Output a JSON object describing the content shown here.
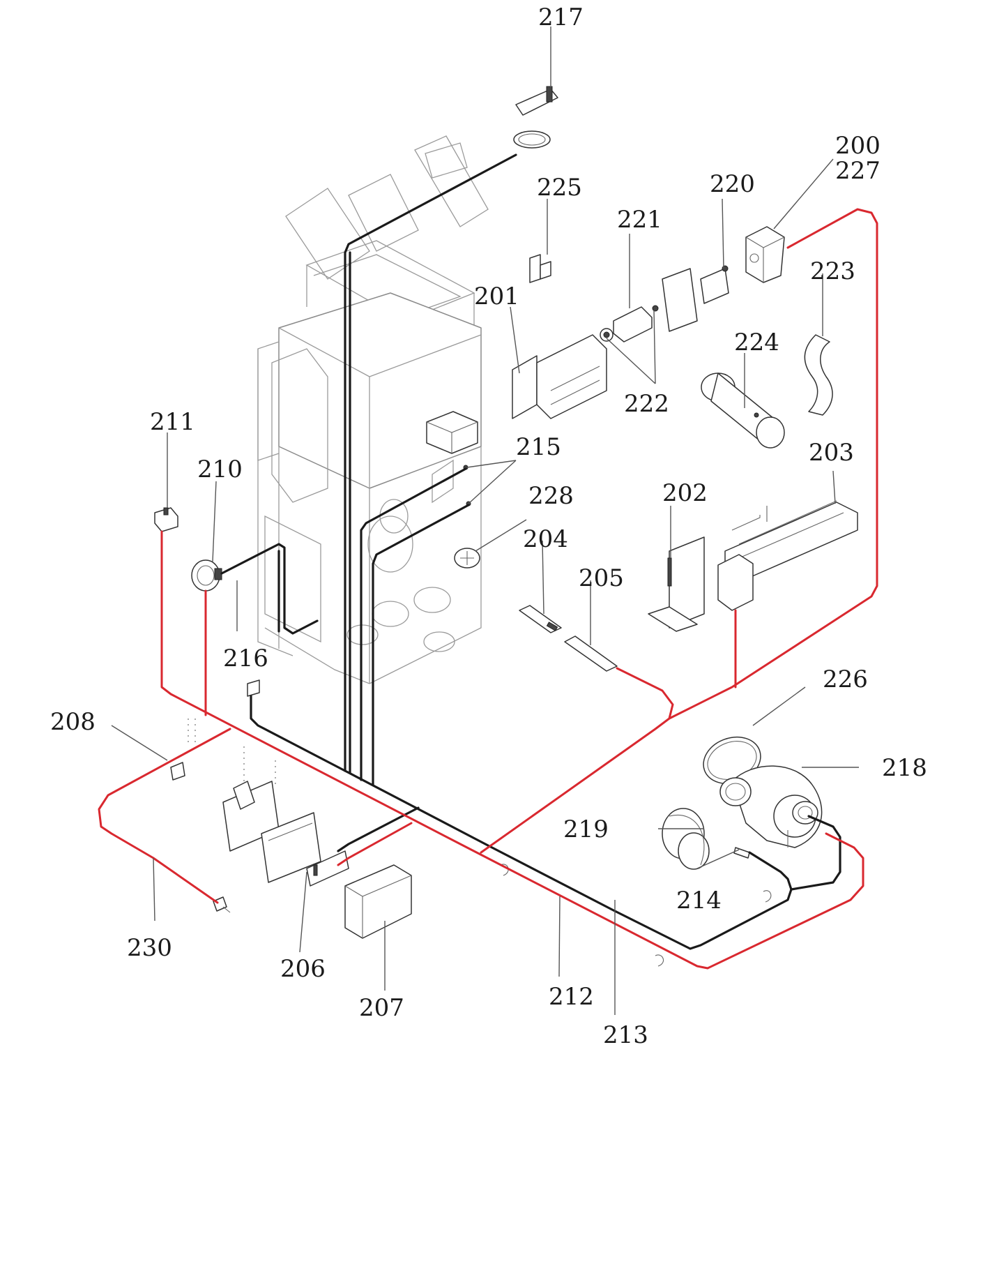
{
  "labels": [
    {
      "id": "217",
      "text": "217"
    },
    {
      "id": "225",
      "text": "225"
    },
    {
      "id": "220",
      "text": "220"
    },
    {
      "id": "200",
      "text": "200"
    },
    {
      "id": "227",
      "text": "227"
    },
    {
      "id": "221",
      "text": "221"
    },
    {
      "id": "223",
      "text": "223"
    },
    {
      "id": "201",
      "text": "201"
    },
    {
      "id": "224",
      "text": "224"
    },
    {
      "id": "222",
      "text": "222"
    },
    {
      "id": "211",
      "text": "211"
    },
    {
      "id": "215",
      "text": "215"
    },
    {
      "id": "203",
      "text": "203"
    },
    {
      "id": "210",
      "text": "210"
    },
    {
      "id": "228",
      "text": "228"
    },
    {
      "id": "202",
      "text": "202"
    },
    {
      "id": "204",
      "text": "204"
    },
    {
      "id": "205",
      "text": "205"
    },
    {
      "id": "216",
      "text": "216"
    },
    {
      "id": "226",
      "text": "226"
    },
    {
      "id": "208",
      "text": "208"
    },
    {
      "id": "218",
      "text": "218"
    },
    {
      "id": "219",
      "text": "219"
    },
    {
      "id": "214",
      "text": "214"
    },
    {
      "id": "230",
      "text": "230"
    },
    {
      "id": "206",
      "text": "206"
    },
    {
      "id": "212",
      "text": "212"
    },
    {
      "id": "207",
      "text": "207"
    },
    {
      "id": "213",
      "text": "213"
    }
  ],
  "colors": {
    "wire_red": "#d9282f",
    "wire_black": "#1a1a1a",
    "label_text": "#1a1a1a",
    "background": "#ffffff"
  }
}
